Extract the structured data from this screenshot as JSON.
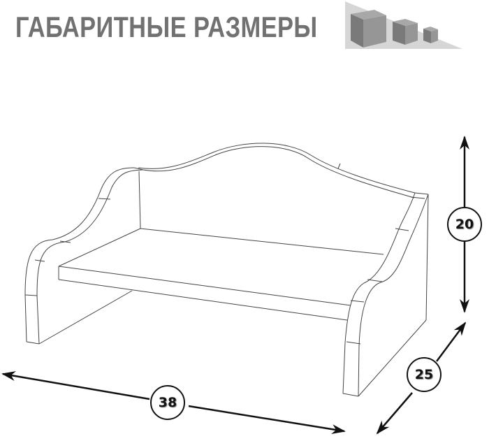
{
  "header": {
    "title": "ГАБАРИТНЫЕ РАЗМЕРЫ",
    "title_color": "#717171",
    "icon": "cubes-size-icon"
  },
  "diagram": {
    "subject": "sofa-bed line drawing",
    "dimensions": {
      "height": {
        "value": "20",
        "axis": "vertical"
      },
      "depth": {
        "value": "25",
        "axis": "diagonal"
      },
      "width": {
        "value": "38",
        "axis": "horizontal"
      }
    },
    "line_color": "#333333",
    "arrow_color": "#111111"
  }
}
